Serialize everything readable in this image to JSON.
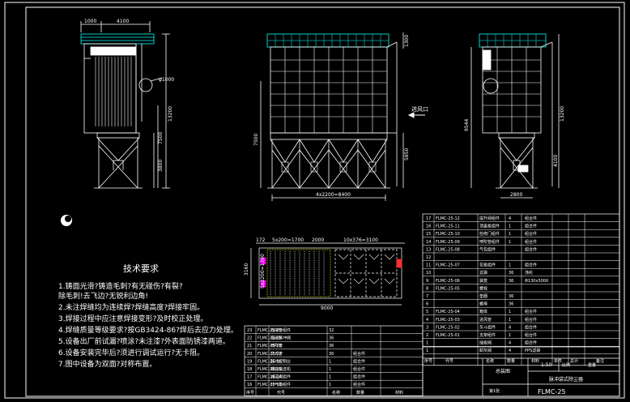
{
  "colors": {
    "background": "#000000",
    "line": "#ffffff",
    "cyan": "#00ffff",
    "yellow": "#ffff00",
    "green": "#00ff00",
    "red": "#ff3030",
    "magenta": "#ff00ff"
  },
  "front_view": {
    "dim_top_left": "1000",
    "dim_top": "4100",
    "dim_circle": "φ1000",
    "dim_right_1": "13200",
    "dim_right_2": "7500",
    "dim_right_3": "3800"
  },
  "side_view": {
    "dim_bottom": "4x2200=8400",
    "dim_right_top": "1300",
    "dim_left": "7500",
    "dim_right_low": "5850",
    "inlet_label": "进风口"
  },
  "end_view": {
    "dim_left": "9544",
    "dim_right": "13200",
    "dim_right_low": "4100",
    "dim_bottom": "2800"
  },
  "plan_view": {
    "dim_a": "172",
    "dim_b": "5x200=1700",
    "dim_c": "2000",
    "dim_d": "10x376=3100",
    "dim_left": "3160",
    "dim_left_inner": "5x2200=1700",
    "dim_bottom": "9000"
  },
  "notes": {
    "title": "技术要求",
    "lines": [
      "1.铸面光滑?铸造毛刺?有无碰伤?有裂?",
      "  除毛刺!去飞边?无锐利边角!",
      "2.未注焊缝均为连续焊?焊缝高度?焊接牢固。",
      "3.焊接过程中应注意焊接变形?及时校正处理。",
      "4.焊缝质量等级要求?按GB3424-86?焊后去应力处理。",
      "5.设备出厂前试漏?喷涂?未注漆?外表面防锈漆两道。",
      "6.设备安装完毕后?须进行调试运行?无卡阻。",
      "7.图中设备为双面?对称布置。"
    ]
  },
  "bom_right": {
    "rows": [
      {
        "no": "17",
        "code": "FLMC-25-12",
        "name": "提升阀组件",
        "qty": "4",
        "mat": "组合件"
      },
      {
        "no": "16",
        "code": "FLMC-25-11",
        "name": "顶盖板组件",
        "qty": "1",
        "mat": "组合件"
      },
      {
        "no": "15",
        "code": "FLMC-25-10",
        "name": "检修门组件",
        "qty": "1",
        "mat": "组合件"
      },
      {
        "no": "14",
        "code": "FLMC-25-09",
        "name": "喷吹管组件",
        "qty": "1",
        "mat": "组合件"
      },
      {
        "no": "13",
        "code": "FLMC-25-08",
        "name": "气包组件",
        "qty": "",
        "mat": "组合件"
      },
      {
        "no": "12",
        "code": "",
        "name": "",
        "qty": "",
        "mat": ""
      },
      {
        "no": "11",
        "code": "FLMC-25-07",
        "name": "花板组件",
        "qty": "1",
        "mat": "组合件"
      },
      {
        "no": "10",
        "code": "",
        "name": "滤袋",
        "qty": "36",
        "mat": "涤纶"
      },
      {
        "no": "9",
        "code": "FLMC-25-06",
        "name": "袋笼",
        "qty": "36",
        "mat": "Φ130x5000"
      },
      {
        "no": "8",
        "code": "FLMC-25-05",
        "name": "螺栓",
        "qty": "",
        "mat": ""
      },
      {
        "no": "7",
        "code": "",
        "name": "垫圈",
        "qty": "36",
        "mat": ""
      },
      {
        "no": "6",
        "code": "",
        "name": "螺母",
        "qty": "36",
        "mat": ""
      },
      {
        "no": "5",
        "code": "FLMC-25-04",
        "name": "箱体",
        "qty": "1",
        "mat": "组合件"
      },
      {
        "no": "4",
        "code": "FLMC-25-03",
        "name": "进风管",
        "qty": "1",
        "mat": "组合件"
      },
      {
        "no": "3",
        "code": "FLMC-25-02",
        "name": "灰斗组件",
        "qty": "4",
        "mat": "组合件"
      },
      {
        "no": "2",
        "code": "FLMC-25-01",
        "name": "支架组件",
        "qty": "1",
        "mat": "组合件"
      },
      {
        "no": "1",
        "code": "",
        "name": "插板阀",
        "qty": "4",
        "mat": "组合件"
      }
    ],
    "last_row": {
      "no": "1",
      "code": "",
      "name": "卸灰阀",
      "qty": "4",
      "mat": "PPS滤袋"
    },
    "header": {
      "no": "序号",
      "code": "代号",
      "name": "名称",
      "qty": "数量",
      "mat": "材料",
      "w1": "单件",
      "w2": "总计",
      "weight": "重量",
      "remark": "备注"
    }
  },
  "bom_left": {
    "rows": [
      {
        "no": "23",
        "code": "FLMC-25-20",
        "name": "连接管组件",
        "qty": "32",
        "mat": ""
      },
      {
        "no": "22",
        "code": "FLMC-25-19",
        "name": "电磁脉冲阀",
        "qty": "36",
        "mat": ""
      },
      {
        "no": "21",
        "code": "FLMC-25-18",
        "name": "喷吹管",
        "qty": "36",
        "mat": ""
      },
      {
        "no": "20",
        "code": "FLMC-25-17",
        "name": "文氏管",
        "qty": "36",
        "mat": "组合件"
      },
      {
        "no": "19",
        "code": "FLMC-25-16",
        "name": "脉冲控制仪",
        "qty": "1",
        "mat": "组合件"
      },
      {
        "no": "18",
        "code": "FLMC-25-15",
        "name": "螺旋输送机",
        "qty": "1",
        "mat": "组合件"
      },
      {
        "no": "17",
        "code": "FLMC-25-14",
        "name": "减压阀组件",
        "qty": "1",
        "mat": "组合件"
      },
      {
        "no": "16",
        "code": "FLMC-25-13",
        "name": "分气箱组件",
        "qty": "1",
        "mat": "组合件"
      }
    ],
    "header": {
      "no": "序号",
      "code": "代号",
      "name": "名称",
      "qty": "数量",
      "mat": "材料"
    }
  },
  "title_block": {
    "company": "总装图",
    "drawing_name": "脉冲袋式除尘器",
    "drawing_no": "FLMC-25",
    "sheet_label": "第1张",
    "scale_label": "比例",
    "weight_label": "重量",
    "mark": "1:50"
  }
}
